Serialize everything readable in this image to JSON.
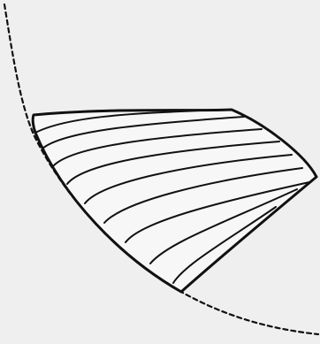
{
  "figure": {
    "background": "#efefef",
    "ink": "#111111",
    "description_elements": [
      "dashed-boundary-arc",
      "wedge-outline",
      "fin-rays"
    ]
  }
}
